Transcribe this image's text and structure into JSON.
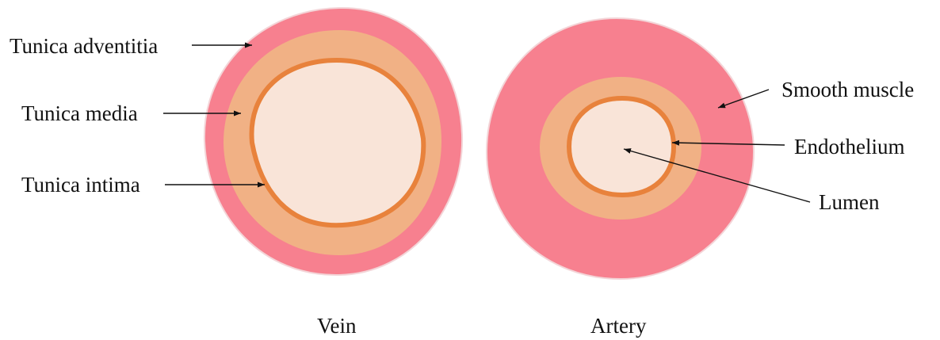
{
  "colors": {
    "adventitia": "#f7808f",
    "media": "#f1b185",
    "intima_line": "#e8823c",
    "lumen": "#f9e4d8",
    "text": "#111111"
  },
  "vein": {
    "caption": "Vein",
    "labels": {
      "adventitia": "Tunica adventitia",
      "media": "Tunica media",
      "intima": "Tunica intima"
    }
  },
  "artery": {
    "caption": "Artery",
    "labels": {
      "smooth_muscle": "Smooth muscle",
      "endothelium": "Endothelium",
      "lumen": "Lumen"
    }
  }
}
